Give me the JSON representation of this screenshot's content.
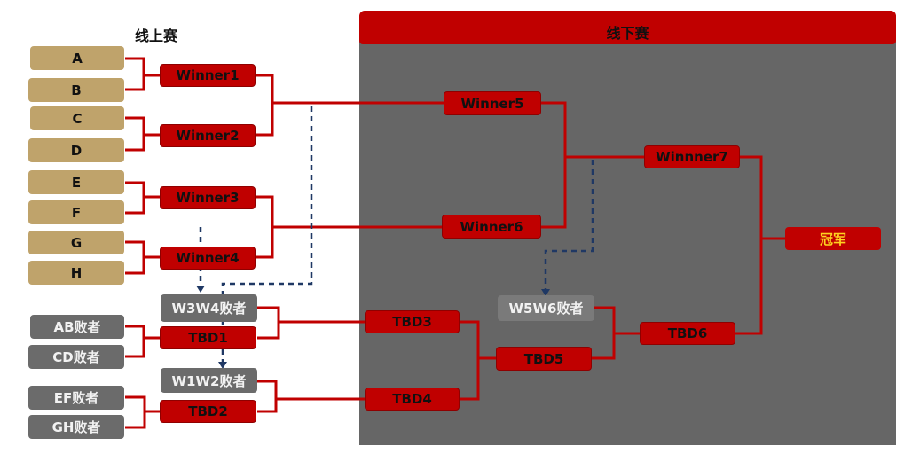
{
  "titles": {
    "online": "线上赛",
    "offline": "线下赛"
  },
  "seeds": [
    "A",
    "B",
    "C",
    "D",
    "E",
    "F",
    "G",
    "H"
  ],
  "online_winners": [
    "Winner1",
    "Winner2",
    "Winner3",
    "Winner4"
  ],
  "losers": {
    "w3w4": "W3W4败者",
    "w1w2": "W1W2败者",
    "ab": "AB败者",
    "cd": "CD败者",
    "ef": "EF败者",
    "gh": "GH败者"
  },
  "tbd": {
    "tbd1": "TBD1",
    "tbd2": "TBD2",
    "tbd3": "TBD3",
    "tbd4": "TBD4",
    "tbd5": "TBD5",
    "tbd6": "TBD6"
  },
  "offline_winners": {
    "w5": "Winner5",
    "w6": "Winner6",
    "w7": "Winnner7"
  },
  "w5w6_loser": "W5W6败者",
  "champion": "冠军",
  "colors": {
    "red": "#c00000",
    "seed": "#bfa36b",
    "grey_box": "#6b6b6b",
    "panel": "#666666",
    "dashed": "#1f3864",
    "champion_text": "#ffd21f"
  }
}
